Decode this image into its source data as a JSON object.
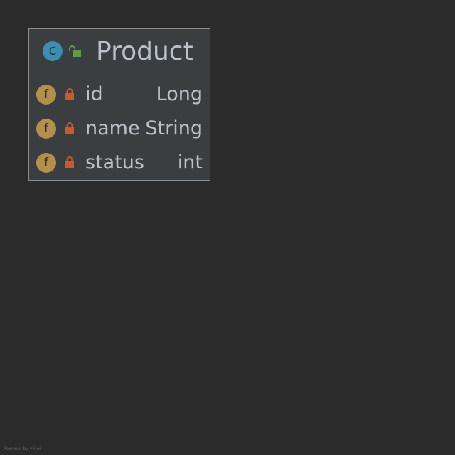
{
  "diagram": {
    "class": {
      "icon_letter": "C",
      "icon": "class-icon",
      "visibility_icon": "unlocked-padlock-icon",
      "name": "Product",
      "fields": [
        {
          "icon_letter": "f",
          "name": "id",
          "type": "Long"
        },
        {
          "icon_letter": "f",
          "name": "name",
          "type": "String"
        },
        {
          "icon_letter": "f",
          "name": "status",
          "type": "int"
        }
      ]
    },
    "watermark": "Powered by yFiles"
  },
  "colors": {
    "background": "#2b2b2b",
    "class_icon": "#3d8cb1",
    "field_icon": "#b38f4d",
    "public_lock": "#5e9c4a",
    "private_lock": "#c85a2e",
    "text": "#b9c2cb"
  }
}
